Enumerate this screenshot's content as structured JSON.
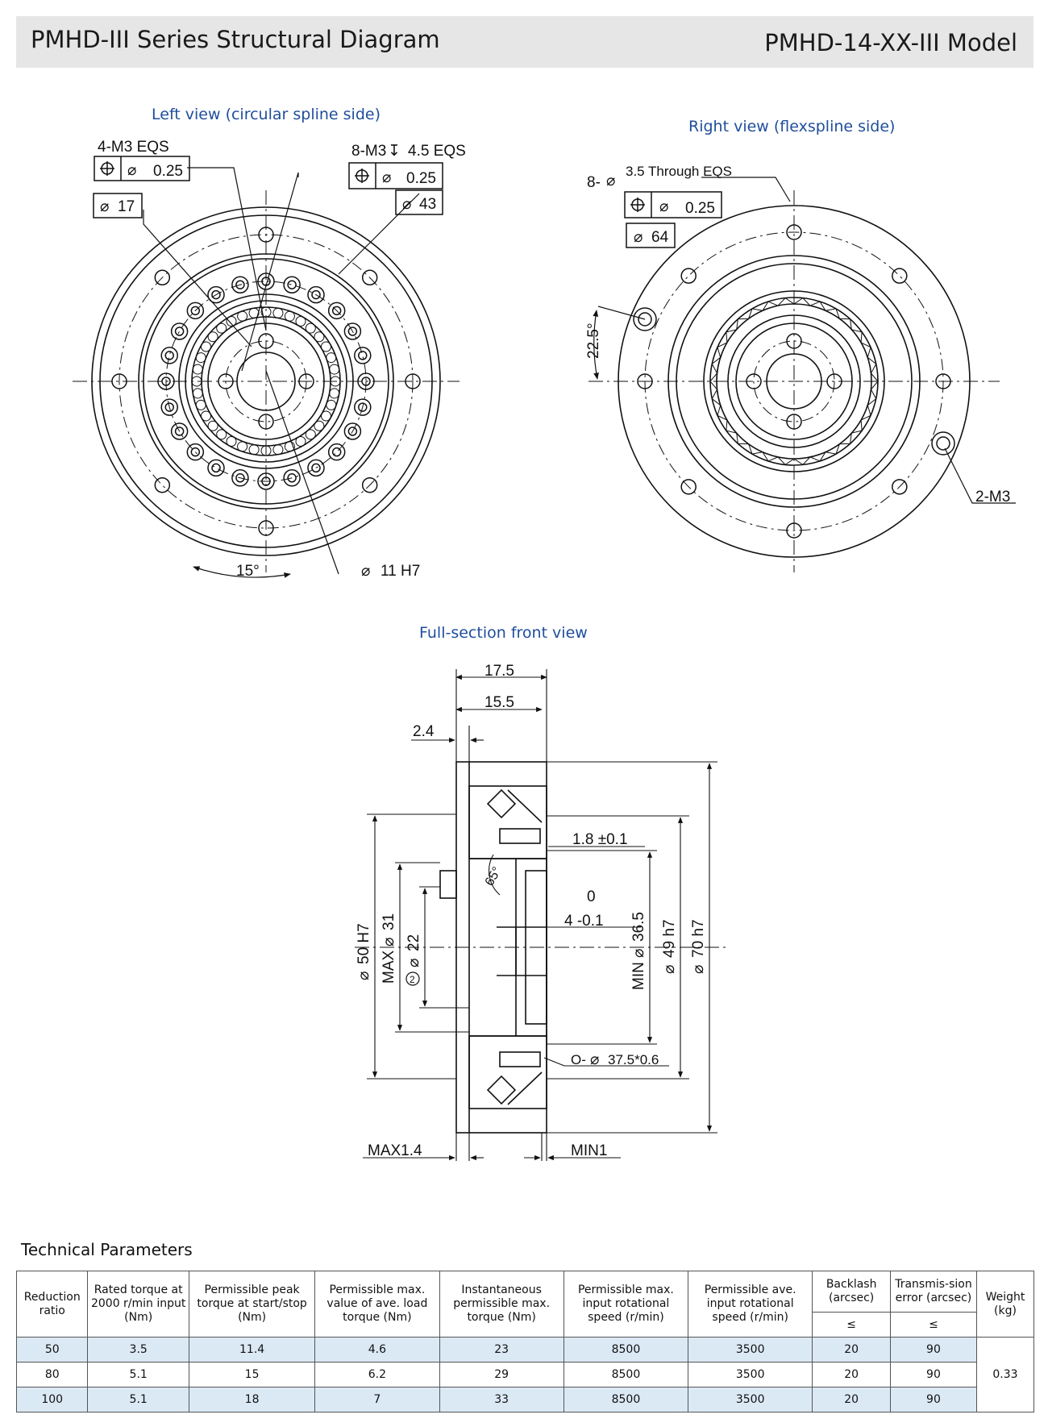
{
  "header": {
    "title": "PMHD-III Series Structural Diagram",
    "model": "PMHD-14-XX-III Model"
  },
  "views": {
    "left": {
      "caption": "Left view (circular spline side)",
      "labels": {
        "m3_4": "4-M3 EQS",
        "tol_025_a": "0.25",
        "d17": "17",
        "m3_8": "8-M3",
        "depth": "4.5 EQS",
        "tol_025_b": "0.25",
        "d43": "43",
        "angle15": "15°",
        "d11": "11 H7"
      }
    },
    "right": {
      "caption": "Right view (flexspline side)",
      "labels": {
        "hole8": "8-",
        "through": "3.5 Through EQS",
        "tol_025": "0.25",
        "d64": "64",
        "angle225": "22.5°",
        "m3_2": "2-M3"
      }
    },
    "section": {
      "caption": "Full-section front view",
      "labels": {
        "w175": "17.5",
        "w155": "15.5",
        "w24": "2.4",
        "t18": "1.8 ±0.1",
        "ang65": "65°",
        "tol_upper": "0",
        "tol4": "4 -0.1",
        "d50": "50 H7",
        "max31": "MAX",
        "d31": "31",
        "d22": "22",
        "circ2": "2",
        "min365": "MIN",
        "d365": "36.5",
        "d49": "49 h7",
        "d70": "70 h7",
        "oring": "O-",
        "oring_val": "37.5*0.6",
        "max14": "MAX1.4",
        "min1": "MIN1"
      }
    }
  },
  "technical_parameters": {
    "title": "Technical Parameters",
    "headers": [
      "Reduction ratio",
      "Rated torque at 2000 r/min input (Nm)",
      "Permissible peak torque at start/stop (Nm)",
      "Permissible max. value of ave. load torque (Nm)",
      "Instantaneous permissible max. torque (Nm)",
      "Permissible max. input rotational speed (r/min)",
      "Permissible ave. input rotational speed (r/min)",
      "Backlash (arcsec)",
      "Transmis-sion error (arcsec)",
      "Weight (kg)"
    ],
    "sub_headers": [
      "≤",
      "≤"
    ],
    "rows": [
      [
        "50",
        "3.5",
        "11.4",
        "4.6",
        "23",
        "8500",
        "3500",
        "20",
        "90"
      ],
      [
        "80",
        "5.1",
        "15",
        "6.2",
        "29",
        "8500",
        "3500",
        "20",
        "90"
      ],
      [
        "100",
        "5.1",
        "18",
        "7",
        "33",
        "8500",
        "3500",
        "20",
        "90"
      ]
    ],
    "weight": "0.33"
  }
}
